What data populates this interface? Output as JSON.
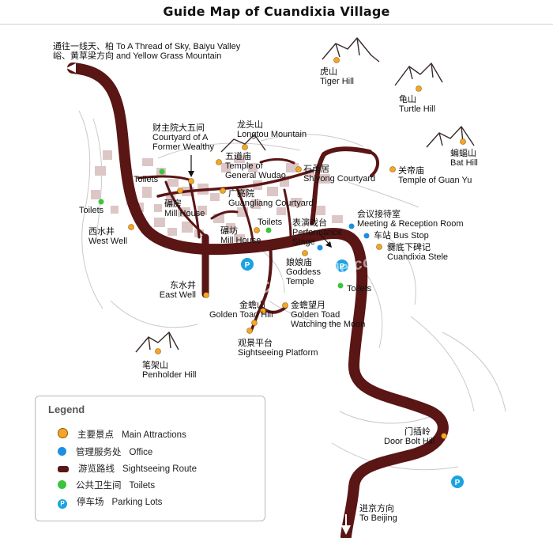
{
  "title": "Guide Map of Cuandixia Village",
  "watermark": "TravelChinaGuide.com",
  "colors": {
    "route": "#5a1515",
    "attraction": "#f5a623",
    "office": "#1b8fe0",
    "toilet": "#3cc43c",
    "parking": "#1ba3e0",
    "building": "#dcc6c6"
  },
  "places": {
    "thread_of_sky": {
      "zh": "通往一线天、柏 To A Thread of Sky, Baiyu Valley",
      "en": "峪、黄草梁方向 and Yellow Grass Mountain"
    },
    "tiger_hill": {
      "zh": "虎山",
      "en": "Tiger Hill"
    },
    "turtle_hill": {
      "zh": "龟山",
      "en": "Turtle Hill"
    },
    "bat_hill": {
      "zh": "蝙蝠山",
      "en": "Bat Hill"
    },
    "longtou_mountain": {
      "zh": "龙头山",
      "en": "Longtou Mountain"
    },
    "courtyard_wealthy": {
      "zh": "财主院大五间",
      "en": "Courtyard of A",
      "en2": "Former Wealthy"
    },
    "temple_wudao": {
      "zh": "五道庙",
      "en": "Temple of",
      "en2": "General Wudao"
    },
    "shiyong": {
      "zh": "石甬居",
      "en": "Shiyong Courtyard"
    },
    "guan_yu": {
      "zh": "关帝庙",
      "en": "Temple of Guan Yu"
    },
    "toilets_a": {
      "en": "Toilets"
    },
    "toilets_b": {
      "en": "Toilets"
    },
    "mill_house_a": {
      "zh": "碾房",
      "en": "Mill House"
    },
    "guangliang": {
      "zh": "广亮院",
      "en": "Guangliang Courtyard"
    },
    "west_well": {
      "zh": "西水井",
      "en": "West Well"
    },
    "toilets_c": {
      "en": "Toilets"
    },
    "mill_house_b": {
      "zh": "碾坊",
      "en": "Mill House"
    },
    "performance_stage": {
      "zh": "表演戏台",
      "en": "Performance",
      "en2": "Stage"
    },
    "reception": {
      "zh": "会议接待室",
      "en": "Meeting & Reception Room"
    },
    "bus_stop": {
      "zh": "车站 Bus Stop"
    },
    "stele": {
      "zh": "爨底下碑记",
      "en": "Cuandixia Stele"
    },
    "goddess_temple": {
      "zh": "娘娘庙",
      "en": "Goddess",
      "en2": "Temple"
    },
    "toilets_d": {
      "en": "Toilets"
    },
    "east_well": {
      "zh": "东水井",
      "en": "East Well"
    },
    "golden_toad_hill": {
      "zh": "金蟾山",
      "en": "Golden Toad Hill"
    },
    "golden_toad_moon": {
      "zh": "金蟾望月",
      "en": "Golden Toad",
      "en2": "Watching the Moon"
    },
    "platform": {
      "zh": "观景平台",
      "en": "Sightseeing Platform"
    },
    "penholder_hill": {
      "zh": "笔架山",
      "en": "Penholder Hill"
    },
    "door_bolt_hill": {
      "zh": "门插岭",
      "en": "Door Bolt Hill"
    },
    "to_beijing": {
      "zh": "进京方向",
      "en": "To Beijing"
    }
  },
  "legend": {
    "title": "Legend",
    "items": [
      {
        "zh": "主要景点",
        "en": "Main Attractions"
      },
      {
        "zh": "管理服务处",
        "en": "Office"
      },
      {
        "zh": "游览路线",
        "en": "Sightseeing Route"
      },
      {
        "zh": "公共卫生间",
        "en": "Toilets"
      },
      {
        "zh": "停车场",
        "en": "Parking Lots",
        "symbol": "P"
      }
    ]
  },
  "parking_symbol": "P"
}
